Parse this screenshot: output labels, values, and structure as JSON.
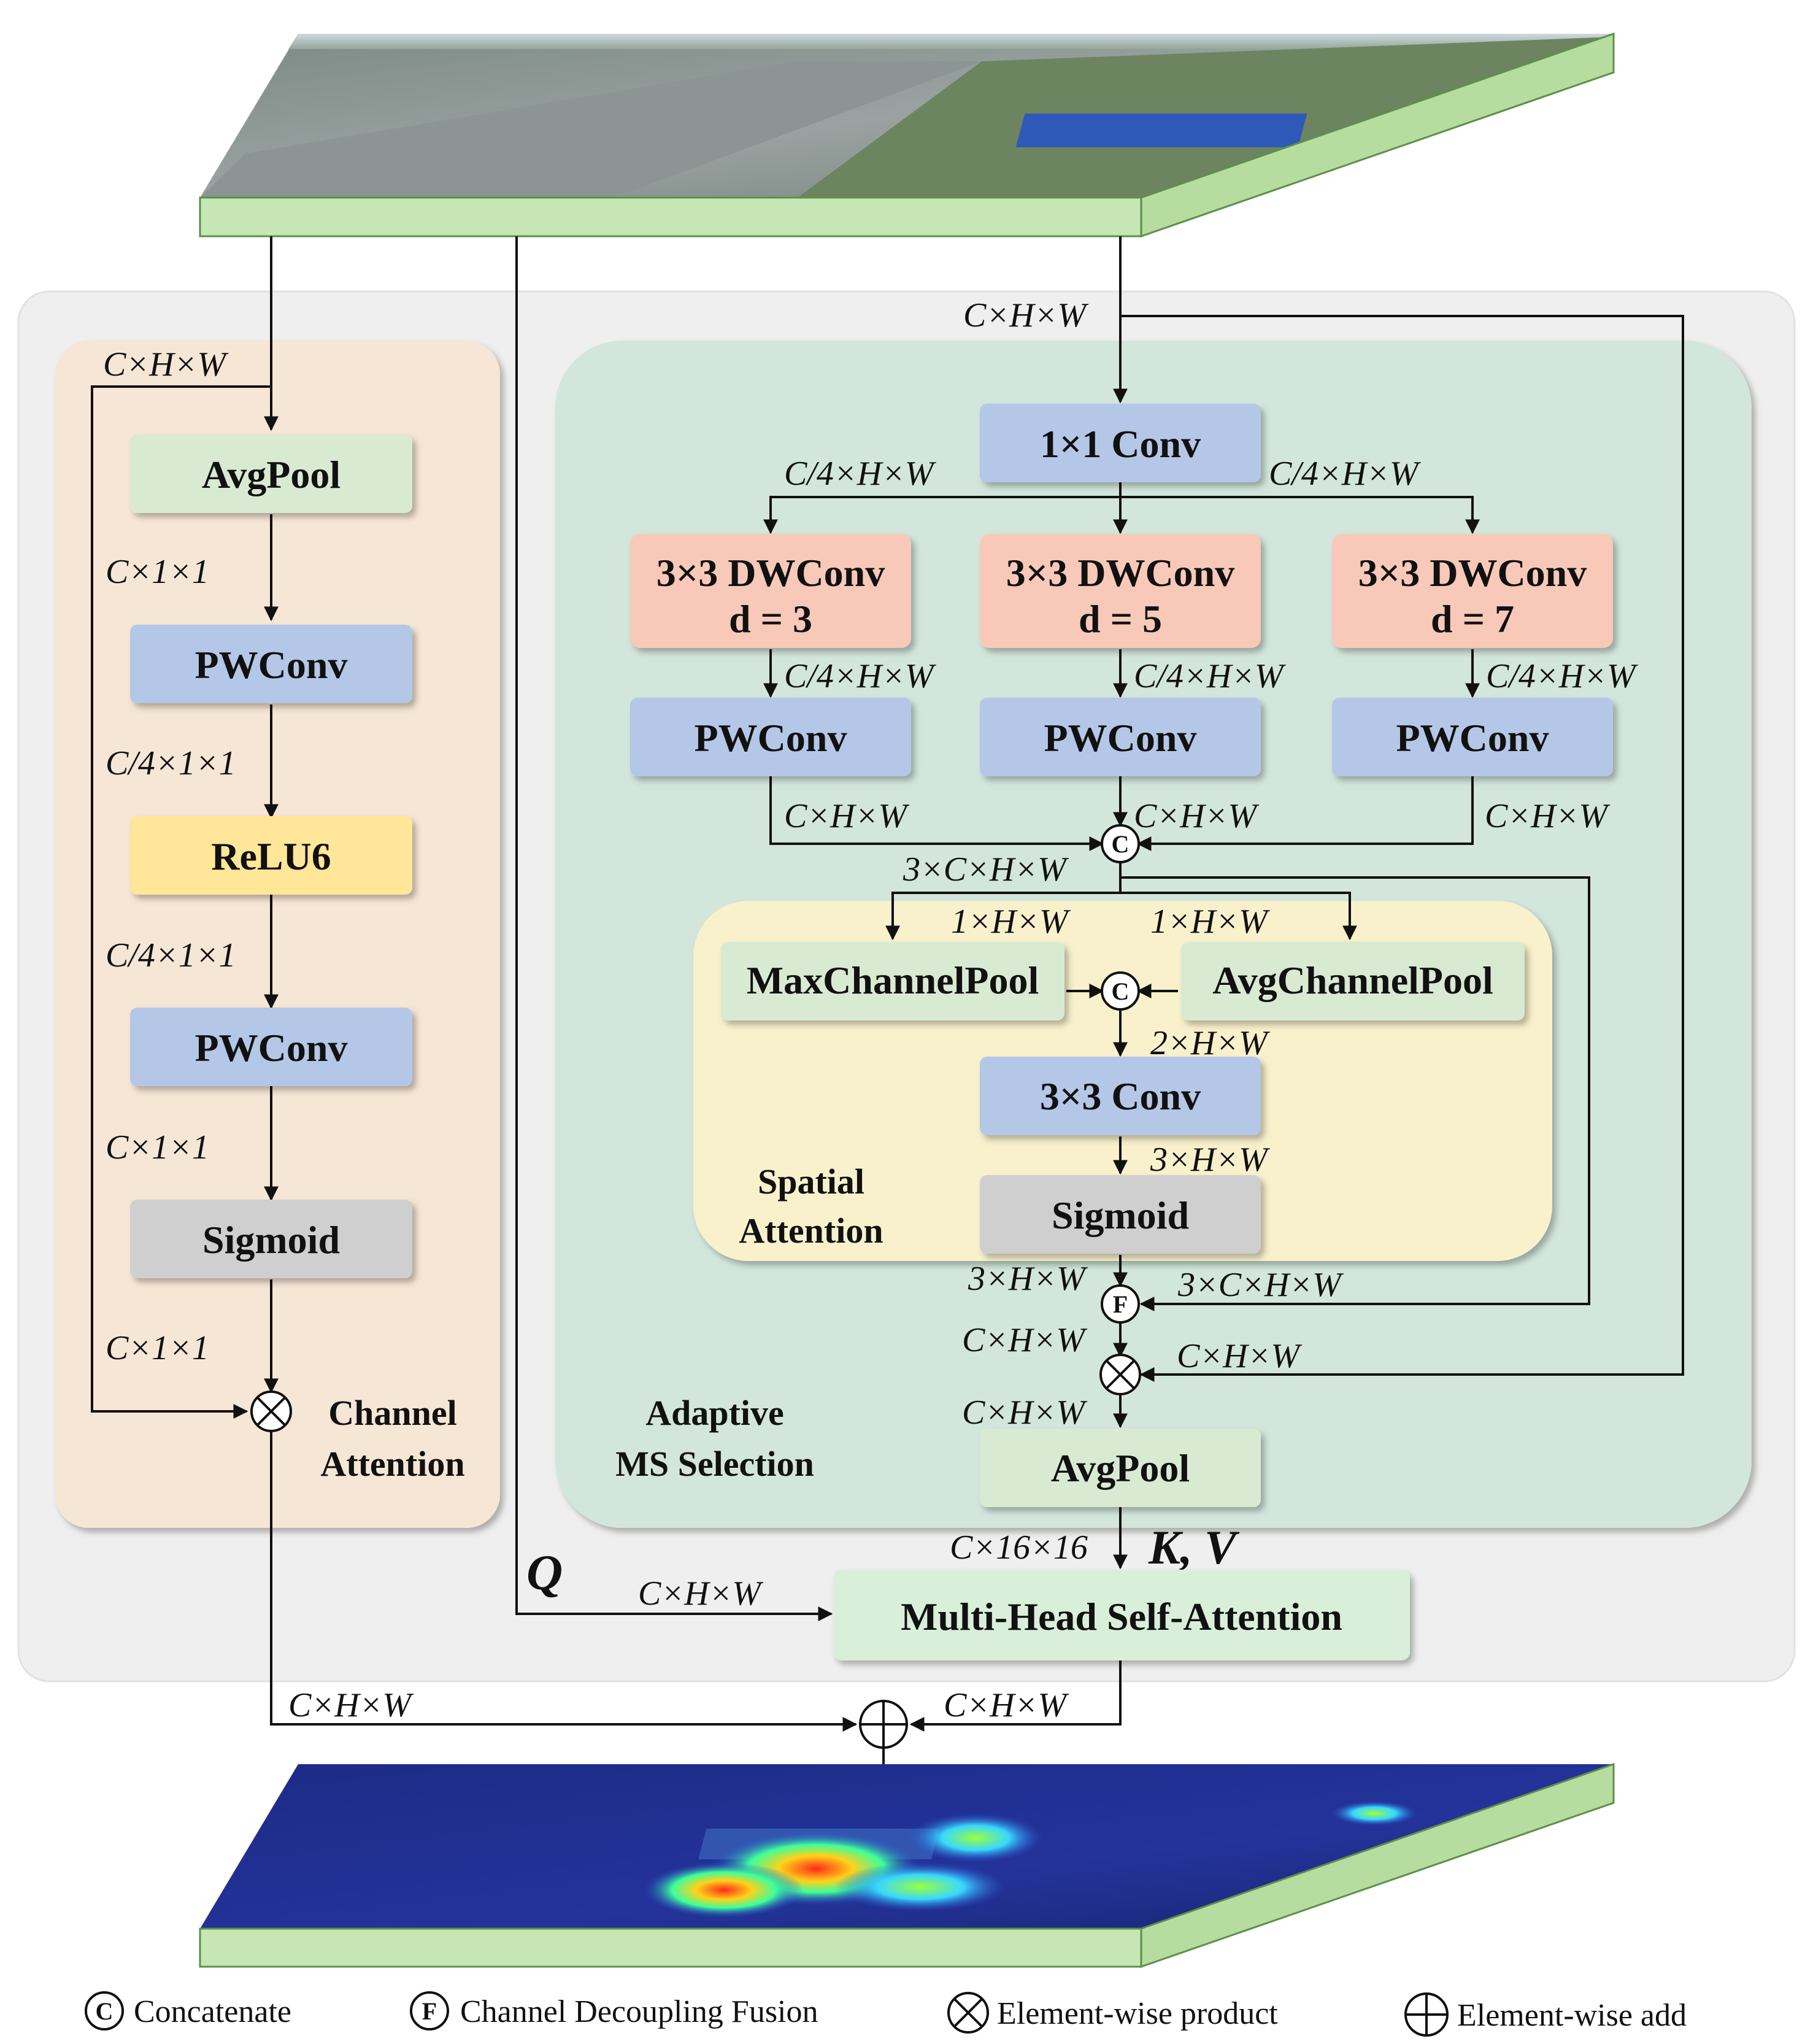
{
  "colors": {
    "background_panel": "#efefef",
    "channel_panel": "#f6e6d5",
    "adaptive_panel": "#d2e6dc",
    "spatial_panel": "#f8f1cc",
    "box_green": "#d9ead3",
    "box_blue": "#b4c7e7",
    "box_red": "#f8c9b8",
    "box_yellow": "#ffe699",
    "box_gray": "#cfcfcf",
    "mhsa": "#d9efd9",
    "slab_edge": "#c6e6b4"
  },
  "channel_attention": {
    "title_line1": "Channel",
    "title_line2": "Attention",
    "input_dim": "C×H×W",
    "avgpool": "AvgPool",
    "dim1": "C×1×1",
    "pwconv1": "PWConv",
    "dim2": "C/4×1×1",
    "relu6": "ReLU6",
    "dim3": "C/4×1×1",
    "pwconv2": "PWConv",
    "dim4": "C×1×1",
    "sigmoid": "Sigmoid",
    "dim5": "C×1×1"
  },
  "adaptive_ms": {
    "title_line1": "Adaptive",
    "title_line2": "MS Selection",
    "input_dim": "C×H×W",
    "conv1x1": "1×1 Conv",
    "split_dim_left": "C/4×H×W",
    "split_dim_right": "C/4×H×W",
    "branches": [
      {
        "line1": "3×3 DWConv",
        "line2": "d = 3",
        "dw_dim": "C/4×H×W",
        "pw": "PWConv",
        "out_dim": "C×H×W"
      },
      {
        "line1": "3×3 DWConv",
        "line2": "d = 5",
        "dw_dim": "C/4×H×W",
        "pw": "PWConv",
        "out_dim": "C×H×W"
      },
      {
        "line1": "3×3 DWConv",
        "line2": "d = 7",
        "dw_dim": "C/4×H×W",
        "pw": "PWConv",
        "out_dim": "C×H×W"
      }
    ],
    "concat_dim": "3×C×H×W",
    "fusion_side_dim": "3×C×H×W",
    "fusion_in_dim": "3×H×W",
    "fusion_out_dim": "C×H×W",
    "product_side_dim": "C×H×W",
    "product_out_dim": "C×H×W",
    "avgpool": "AvgPool",
    "avgpool_out_dim": "C×16×16",
    "kv_label": "K, V"
  },
  "spatial_attention": {
    "title_line1": "Spatial",
    "title_line2": "Attention",
    "max_dim": "1×H×W",
    "avg_dim": "1×H×W",
    "maxpool": "MaxChannelPool",
    "avgpool": "AvgChannelPool",
    "concat_dim": "2×H×W",
    "conv3x3": "3×3 Conv",
    "conv_dim": "3×H×W",
    "sigmoid": "Sigmoid"
  },
  "mhsa": {
    "label": "Multi-Head Self-Attention",
    "q_label": "Q",
    "q_dim": "C×H×W",
    "out_dim": "C×H×W"
  },
  "channel_out_dim": "C×H×W",
  "operators": {
    "concat": "C",
    "fusion": "F"
  },
  "legend": {
    "concat": "Concatenate",
    "fusion": "Channel Decoupling Fusion",
    "product": "Element-wise product",
    "add": "Element-wise add"
  }
}
